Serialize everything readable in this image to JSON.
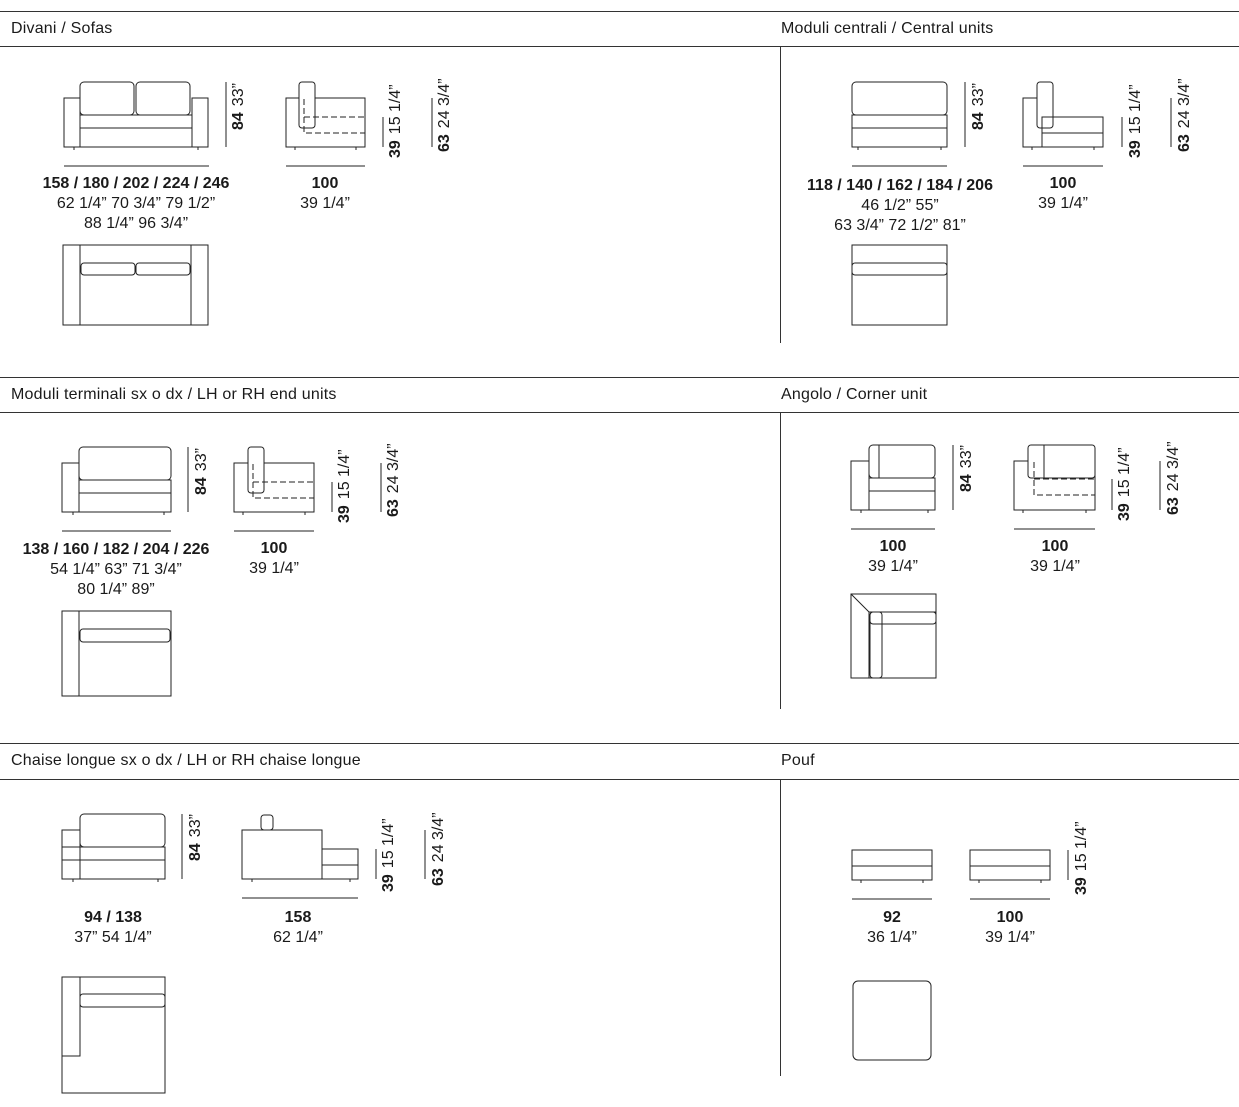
{
  "sections": {
    "sofas": {
      "title": "Divani / Sofas",
      "front_width": {
        "cm": "158 / 180 / 202 / 224 / 246",
        "in_1": "62 1/4”  70 3/4”  79 1/2”",
        "in_2": "88 1/4”  96 3/4”"
      },
      "front_height": {
        "cm": "84",
        "in": "33”"
      },
      "side_depth": {
        "cm": "100",
        "in": "39 1/4”"
      },
      "seat_height": {
        "cm": "39",
        "in": "15 1/4”"
      },
      "arm_height": {
        "cm": "63",
        "in": "24 3/4”"
      }
    },
    "central_units": {
      "title": "Moduli centrali / Central units",
      "front_width": {
        "cm": "118 / 140 / 162 / 184 / 206",
        "in_1": "46 1/2”  55”",
        "in_2": "63 3/4”  72 1/2”  81”"
      },
      "front_height": {
        "cm": "84",
        "in": "33”"
      },
      "side_depth": {
        "cm": "100",
        "in": "39 1/4”"
      },
      "seat_height": {
        "cm": "39",
        "in": "15 1/4”"
      },
      "arm_height": {
        "cm": "63",
        "in": "24 3/4”"
      }
    },
    "end_units": {
      "title": "Moduli terminali sx o dx / LH or RH end units",
      "front_width": {
        "cm": "138 / 160 / 182 / 204 / 226",
        "in_1": "54 1/4”  63”  71 3/4”",
        "in_2": "80 1/4”  89”"
      },
      "front_height": {
        "cm": "84",
        "in": "33”"
      },
      "side_depth": {
        "cm": "100",
        "in": "39 1/4”"
      },
      "seat_height": {
        "cm": "39",
        "in": "15 1/4”"
      },
      "arm_height": {
        "cm": "63",
        "in": "24 3/4”"
      }
    },
    "corner_unit": {
      "title": "Angolo / Corner unit",
      "front_width": {
        "cm": "100",
        "in": "39 1/4”"
      },
      "front_height": {
        "cm": "84",
        "in": "33”"
      },
      "side_depth": {
        "cm": "100",
        "in": "39 1/4”"
      },
      "seat_height": {
        "cm": "39",
        "in": "15 1/4”"
      },
      "arm_height": {
        "cm": "63",
        "in": "24 3/4”"
      }
    },
    "chaise_longue": {
      "title": "Chaise longue sx o dx / LH or RH chaise longue",
      "front_width": {
        "cm": "94 / 138",
        "in": "37”  54 1/4”"
      },
      "front_height": {
        "cm": "84",
        "in": "33”"
      },
      "side_depth": {
        "cm": "158",
        "in": "62 1/4”"
      },
      "seat_height": {
        "cm": "39",
        "in": "15 1/4”"
      },
      "arm_height": {
        "cm": "63",
        "in": "24 3/4”"
      }
    },
    "pouf": {
      "title": "Pouf",
      "width_1": {
        "cm": "92",
        "in": "36 1/4”"
      },
      "width_2": {
        "cm": "100",
        "in": "39 1/4”"
      },
      "height": {
        "cm": "39",
        "in": "15 1/4”"
      }
    }
  }
}
